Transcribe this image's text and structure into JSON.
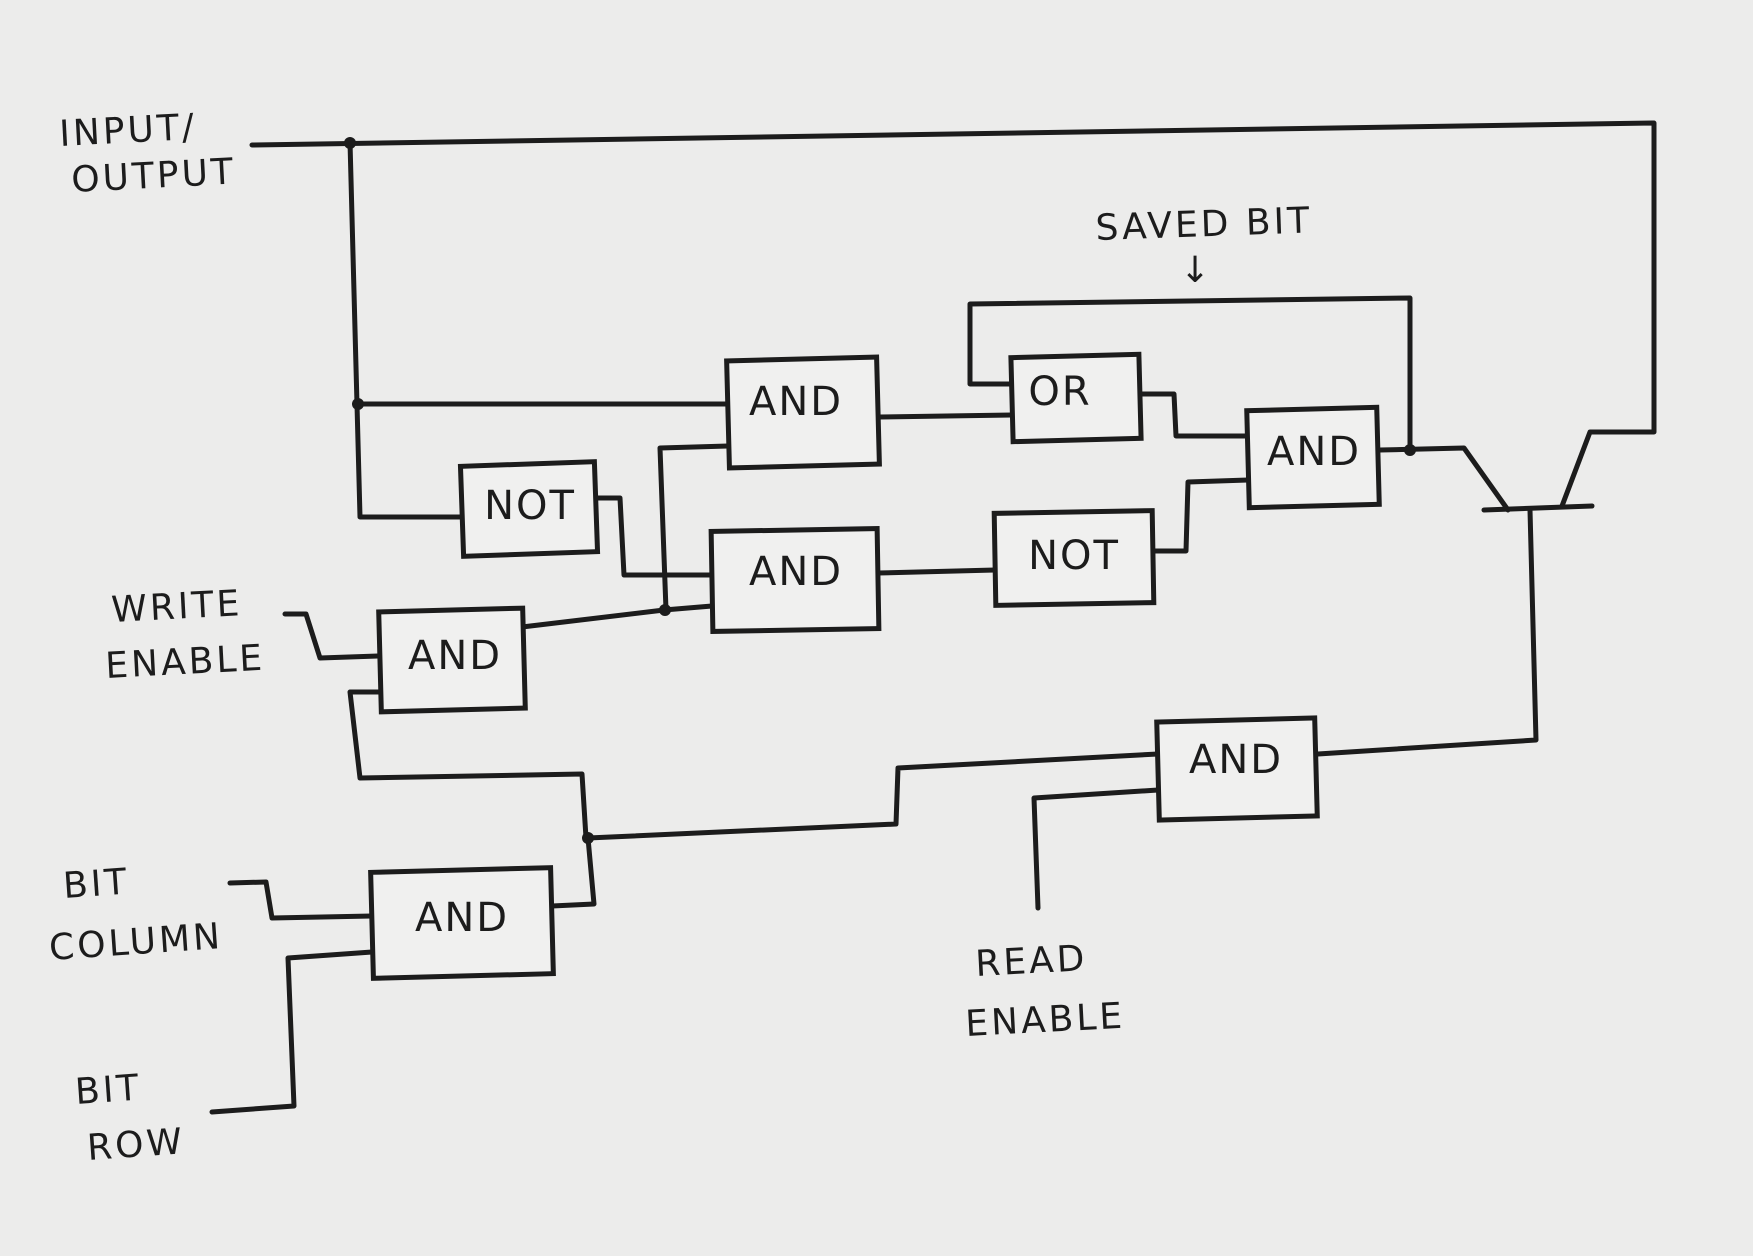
{
  "labels": {
    "input_output": [
      "INPUT/",
      "OUTPUT"
    ],
    "saved_bit": "SAVED BIT",
    "saved_bit_arrow": "↓",
    "write_enable": [
      "WRITE",
      "ENABLE"
    ],
    "bit_column": [
      "BIT",
      "COLUMN"
    ],
    "bit_row": [
      "BIT",
      "ROW"
    ],
    "read_enable": [
      "READ",
      "ENABLE"
    ]
  },
  "gates": {
    "and_top": "AND",
    "or_gate": "OR",
    "and_right": "AND",
    "not_left": "NOT",
    "and_mid": "AND",
    "not_right": "NOT",
    "and_write": "AND",
    "and_read": "AND",
    "and_select": "AND"
  }
}
